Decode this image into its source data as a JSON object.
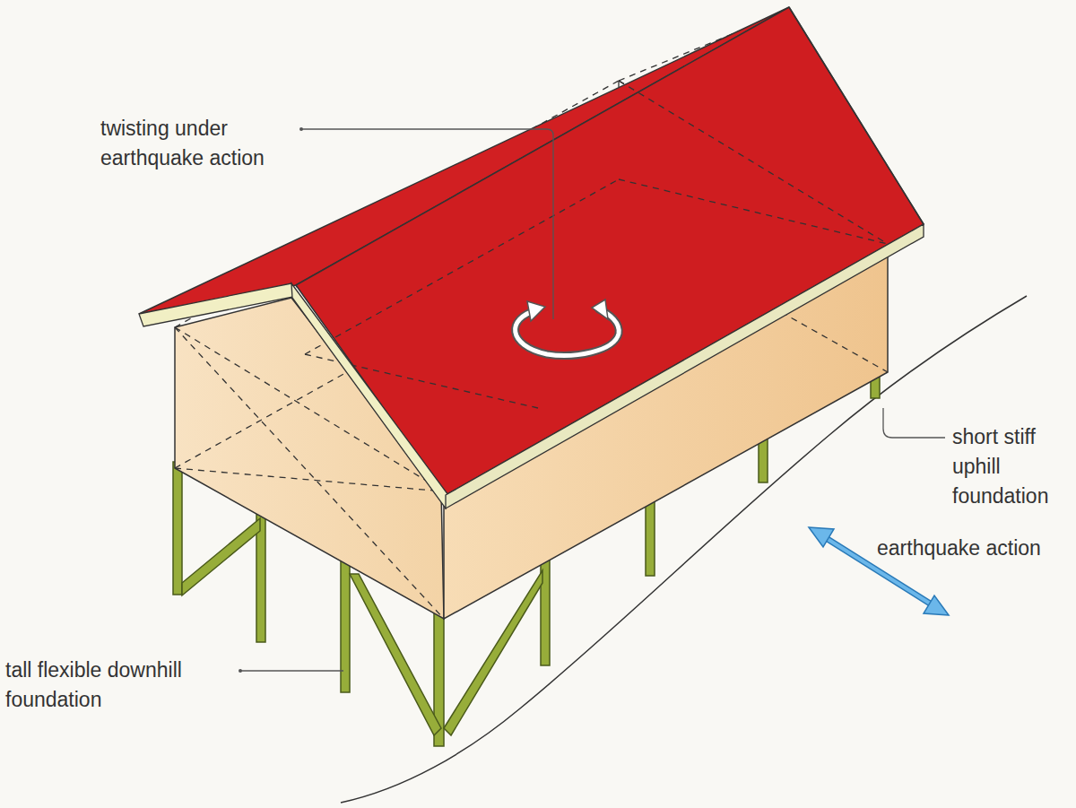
{
  "diagram": {
    "labels": [
      "twisting under earthquake action",
      "short stiff uphill foundation",
      "earthquake action",
      "tall flexible downhill foundation"
    ]
  }
}
